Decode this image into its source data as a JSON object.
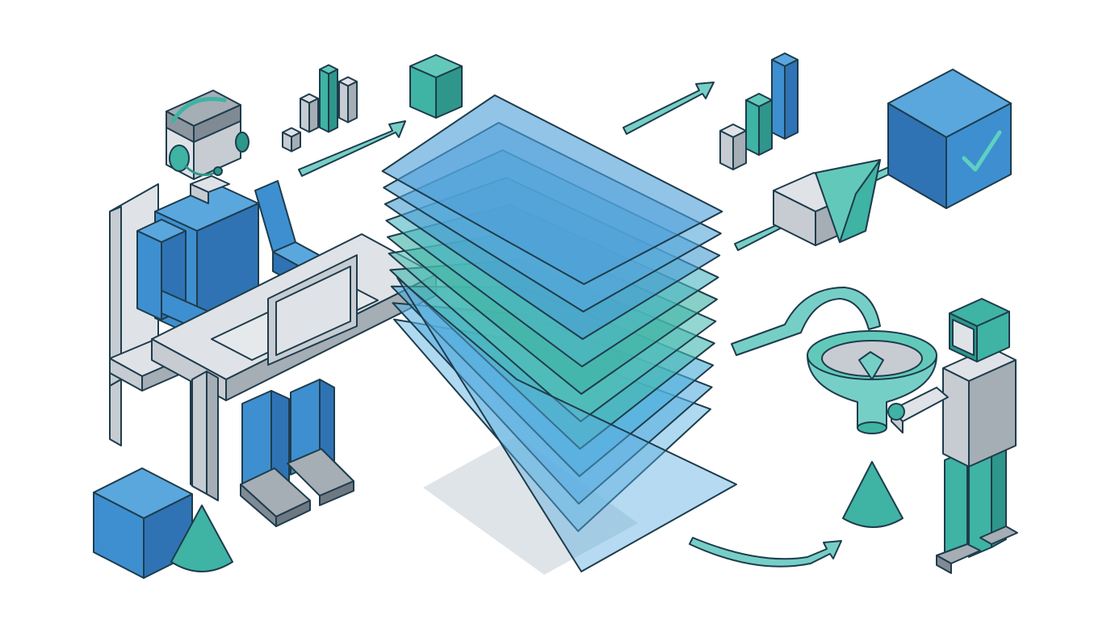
{
  "palette": {
    "outline": "#1e3c4c",
    "blue_top": "#5aa7de",
    "blue_left": "#3e8fd0",
    "blue_right": "#2f73b4",
    "teal_top": "#62c9ba",
    "teal_left": "#3fb3a4",
    "teal_right": "#2e968a",
    "gray_top": "#dfe3e7",
    "gray_left": "#c6ccd2",
    "gray_right": "#a5adb5",
    "arrow_fill": "#76cfc6",
    "shadow": "#dfe4e8"
  },
  "layer_stack": {
    "count": 10,
    "colors": [
      "#4f9fd9",
      "#57a8dc",
      "#4a9ed3",
      "#4fb6c4",
      "#3fb3a4",
      "#52bfb4",
      "#44b8b0",
      "#4aaed8",
      "#5aaee0",
      "#7ec1e6"
    ],
    "opacity": 0.62
  },
  "bar_groups": {
    "left_values": [
      2,
      4,
      8,
      5
    ],
    "right_values": [
      4,
      6,
      9
    ]
  },
  "icons": {
    "check": "check-icon",
    "funnel": "funnel-icon",
    "headset": "headset-icon",
    "laptop": "laptop-icon"
  }
}
